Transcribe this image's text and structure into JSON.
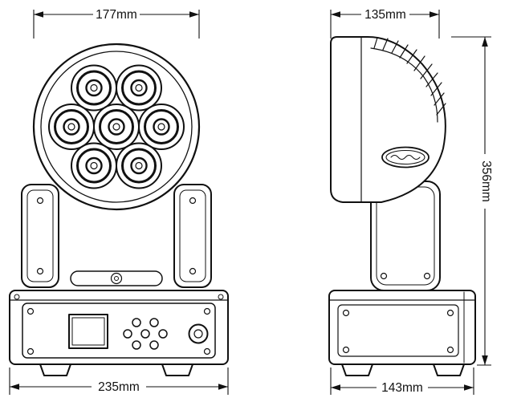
{
  "drawing": {
    "subject": "Technical line drawing of an LED moving-head wash light, front and side views",
    "dimensions": {
      "head_width_front": "177mm",
      "base_width_front": "235mm",
      "head_depth_side": "135mm",
      "base_depth_side": "143mm",
      "overall_height": "356mm"
    },
    "colors": {
      "line": "#111111",
      "background": "#ffffff"
    }
  }
}
